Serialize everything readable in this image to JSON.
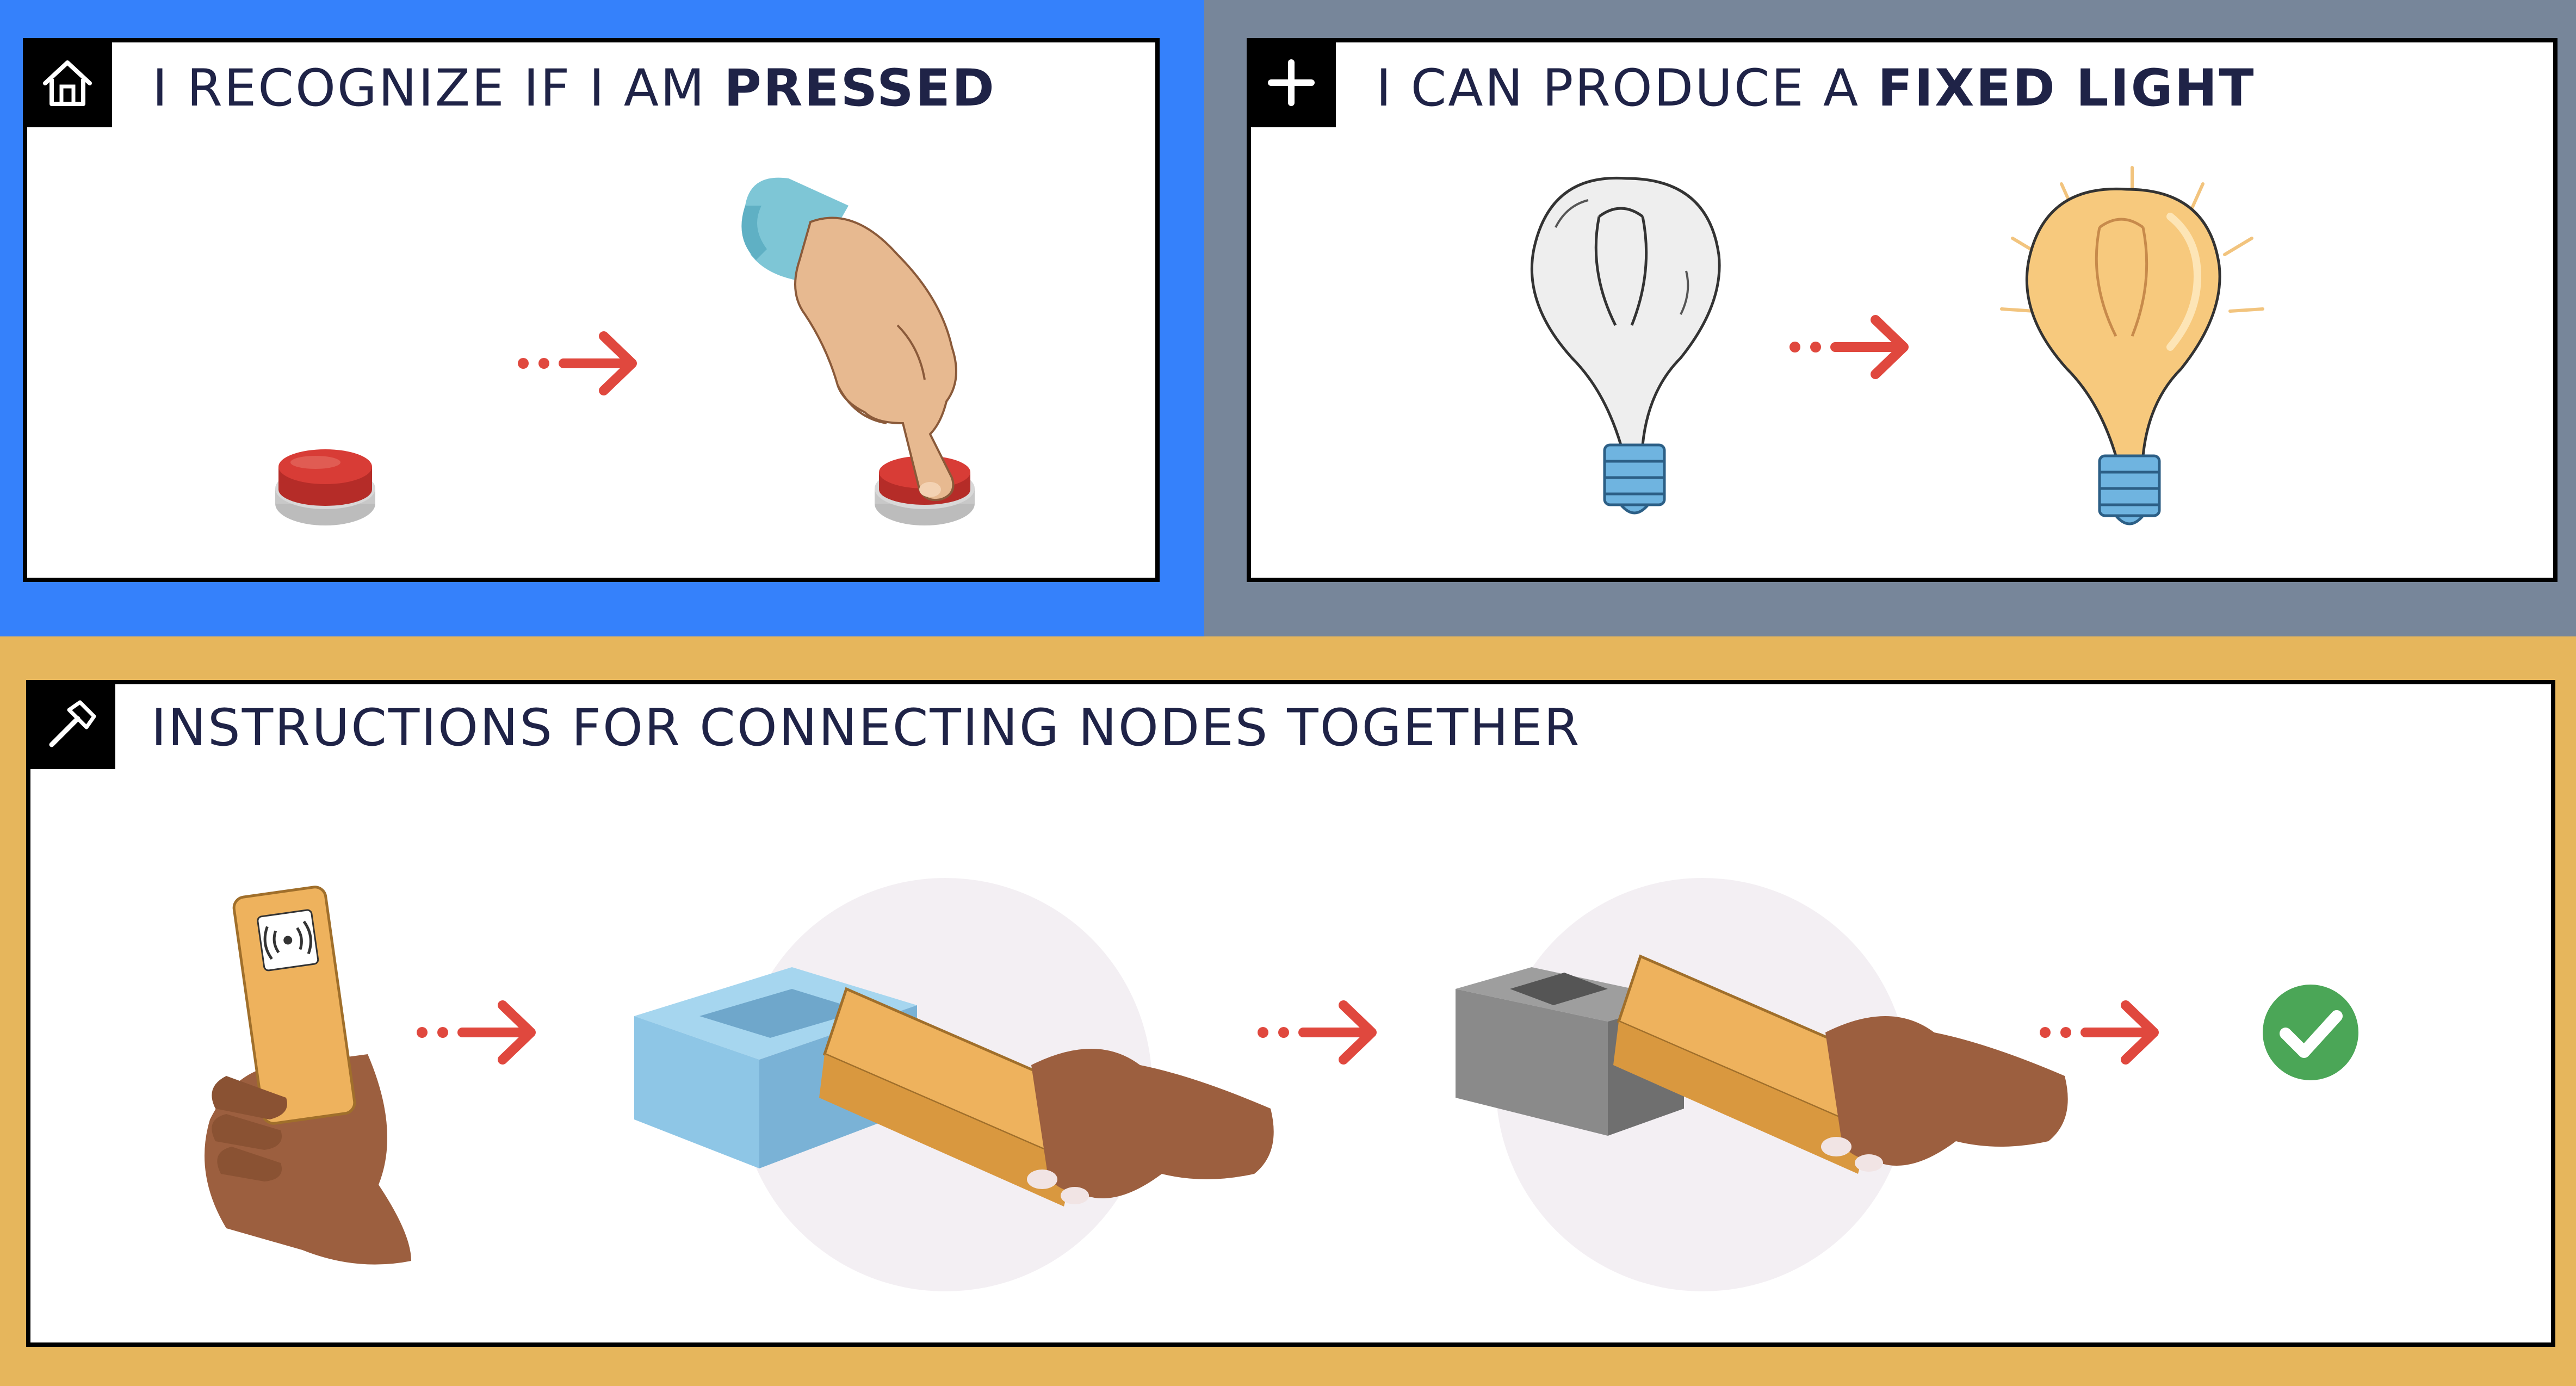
{
  "panels": {
    "pressed": {
      "title_prefix": "I RECOGNIZE IF I AM ",
      "title_emphasis": "PRESSED",
      "icon": "home-icon"
    },
    "light": {
      "title_prefix": "I CAN PRODUCE A ",
      "title_emphasis": "FIXED LIGHT",
      "icon": "plus-icon"
    },
    "instructions": {
      "title": "INSTRUCTIONS FOR CONNECTING NODES TOGETHER",
      "icon": "hammer-icon"
    }
  },
  "colors": {
    "blue_band": "#3581fb",
    "gray_band": "#77869a",
    "yellow_band": "#e6b65c",
    "title_text": "#1f2347",
    "arrow": "#e0483e",
    "button_red": "#d83c36",
    "check_green": "#4ba657",
    "bulb_lit": "#f7c97d",
    "node_blue": "#8ec6e6",
    "node_gray": "#8a8a8a",
    "device_orange": "#eeb25d"
  }
}
